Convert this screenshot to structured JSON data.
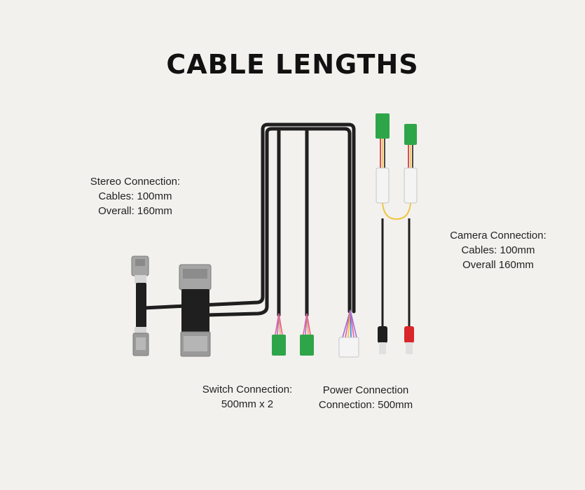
{
  "title": "CABLE LENGTHS",
  "labels": {
    "stereo": {
      "heading": "Stereo Connection:",
      "line1": "Cables: 100mm",
      "line2": "Overall: 160mm"
    },
    "camera": {
      "heading": "Camera Connection:",
      "line1": "Cables: 100mm",
      "line2": "Overall 160mm"
    },
    "switch": {
      "heading": "Switch Connection:",
      "line1": "500mm x 2"
    },
    "power": {
      "heading": "Power Connection",
      "line1": "Connection: 500mm"
    }
  },
  "colors": {
    "background": "#f2f1ed",
    "cable": "#1f1f1f",
    "connector_grey": "#9a9a9a",
    "connector_green": "#2fa54a",
    "connector_white": "#f4f4f4",
    "rca_red": "#d9262a"
  }
}
